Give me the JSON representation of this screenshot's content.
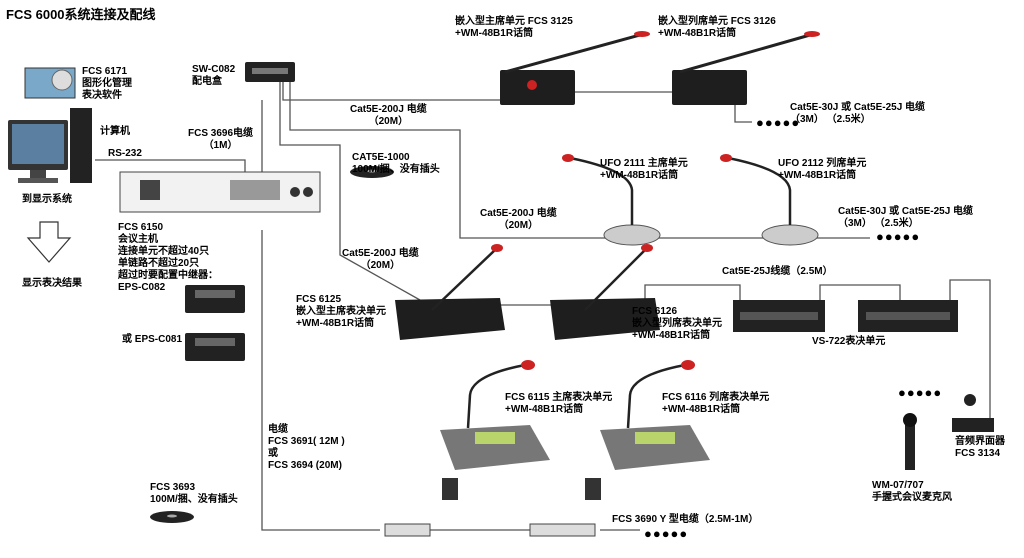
{
  "title": "FCS 6000系统连接及配线",
  "software": [
    "FCS 6171",
    "图形化管理",
    "表决软件"
  ],
  "computer": "计算机",
  "rs232": "RS-232",
  "display": "到显示系统",
  "display_result": "显示表决结果",
  "switchbox": [
    "SW-C082",
    "配电盒"
  ],
  "cable_3696": [
    "FCS 3696电缆",
    "（1M）"
  ],
  "host": [
    "FCS 6150",
    "会议主机",
    "连接单元不超过40只",
    "单链路不超过20只",
    "超过时要配置中继器：",
    "EPS-C082"
  ],
  "repeater2": "或 EPS-C081",
  "cable_main": [
    "电缆",
    "FCS 3691( 12M )",
    "或",
    "FCS 3694 (20M)"
  ],
  "reel_3693": [
    "FCS 3693",
    "100M/捆、没有插头"
  ],
  "reel_1000": [
    "CAT5E-1000",
    "100M/捆、没有插头"
  ],
  "emb_chair": [
    "嵌入型主席单元  FCS 3125",
    "+WM-48B1R话筒"
  ],
  "emb_del": [
    "嵌入型列席单元 FCS 3126",
    "+WM-48B1R话筒"
  ],
  "cat5e_200j_top": [
    "Cat5E-200J 电缆",
    "（20M）"
  ],
  "cat5e_30j_top": [
    "Cat5E-30J 或 Cat5E-25J 电缆",
    "（3M）      （2.5米）"
  ],
  "ufo_chair": [
    "UFO 2111 主席单元",
    "+WM-48B1R话筒"
  ],
  "ufo_del": [
    "UFO 2112 列席单元",
    "+WM-48B1R话筒"
  ],
  "cat5e_200j_mid": [
    "Cat5E-200J 电缆",
    "（20M）"
  ],
  "cat5e_30j_mid": [
    "Cat5E-30J 或 Cat5E-25J 电缆",
    "（3M）      （2.5米）"
  ],
  "cat5e_200j_low": [
    "Cat5E-200J 电缆",
    "（20M）"
  ],
  "cat5e_25j_line": "Cat5E-25J线缆（2.5M）",
  "fcs6125": [
    "FCS 6125",
    "嵌入型主席表决单元",
    "+WM-48B1R话筒"
  ],
  "fcs6126": [
    "FCS 6126",
    "嵌入型列席表决单元",
    "+WM-48B1R话筒"
  ],
  "vs722": "VS-722表决单元",
  "fcs6115": [
    "FCS 6115 主席表决单元",
    "+WM-48B1R话筒"
  ],
  "fcs6116": [
    "FCS 6116 列席表决单元",
    "+WM-48B1R话筒"
  ],
  "fcs3690": "FCS 3690  Y 型电缆（2.5M-1M）",
  "audio_if": [
    "音频界面器",
    "FCS 3134"
  ],
  "wm07": [
    "WM-07/707",
    "手握式会议麦克风"
  ],
  "dots": "●●●●●"
}
